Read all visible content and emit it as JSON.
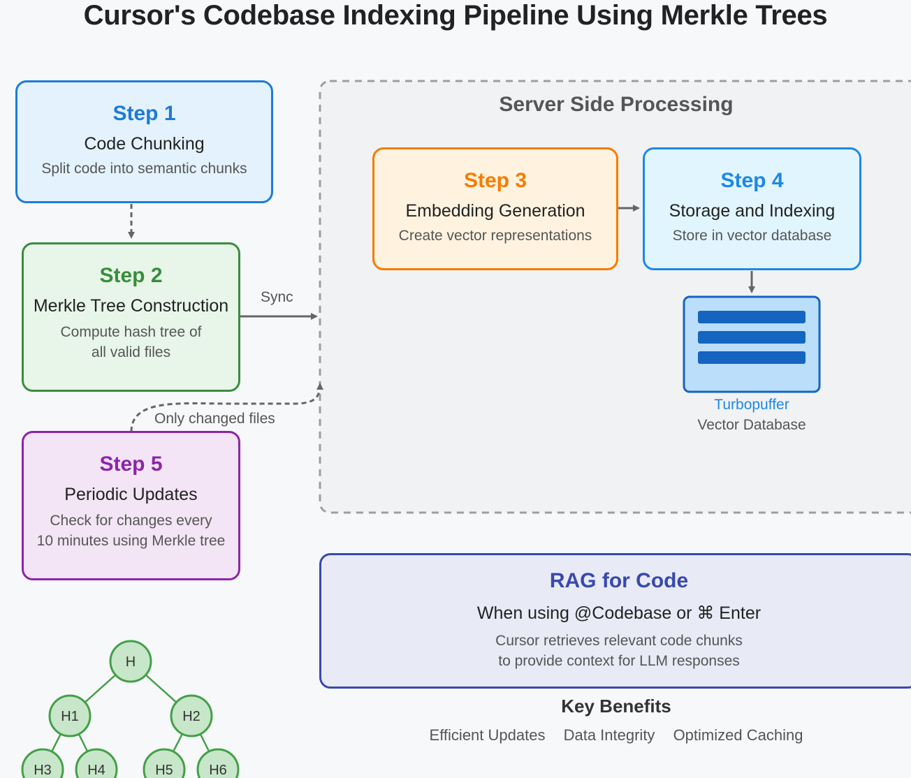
{
  "title": "Cursor's Codebase Indexing Pipeline Using Merkle Trees",
  "server": {
    "label": "Server Side Processing"
  },
  "steps": [
    {
      "step": "Step 1",
      "name": "Code Chunking",
      "desc": [
        "Split code into semantic chunks"
      ],
      "color": "#1e7bd6"
    },
    {
      "step": "Step 2",
      "name": "Merkle Tree Construction",
      "desc": [
        "Compute hash tree of",
        "all valid files"
      ],
      "color": "#388e3c"
    },
    {
      "step": "Step 3",
      "name": "Embedding Generation",
      "desc": [
        "Create vector representations"
      ],
      "color": "#f57c00"
    },
    {
      "step": "Step 4",
      "name": "Storage and Indexing",
      "desc": [
        "Store in vector database"
      ],
      "color": "#1e88e5"
    },
    {
      "step": "Step 5",
      "name": "Periodic Updates",
      "desc": [
        "Check for changes every",
        "10 minutes using Merkle tree"
      ],
      "color": "#8e24aa"
    }
  ],
  "edges": {
    "sync": "Sync",
    "changed": "Only changed files"
  },
  "database": {
    "name": "Turbopuffer",
    "type": "Vector Database"
  },
  "rag": {
    "title": "RAG for Code",
    "subtitle": "When using @Codebase or ⌘ Enter",
    "desc": [
      "Cursor retrieves relevant code chunks",
      "to provide context for LLM responses"
    ]
  },
  "benefits": {
    "title": "Key Benefits",
    "items": [
      "Efficient Updates",
      "Data Integrity",
      "Optimized Caching"
    ]
  },
  "merkle_nodes": [
    "H",
    "H1",
    "H2",
    "H3",
    "H4",
    "H5",
    "H6"
  ]
}
